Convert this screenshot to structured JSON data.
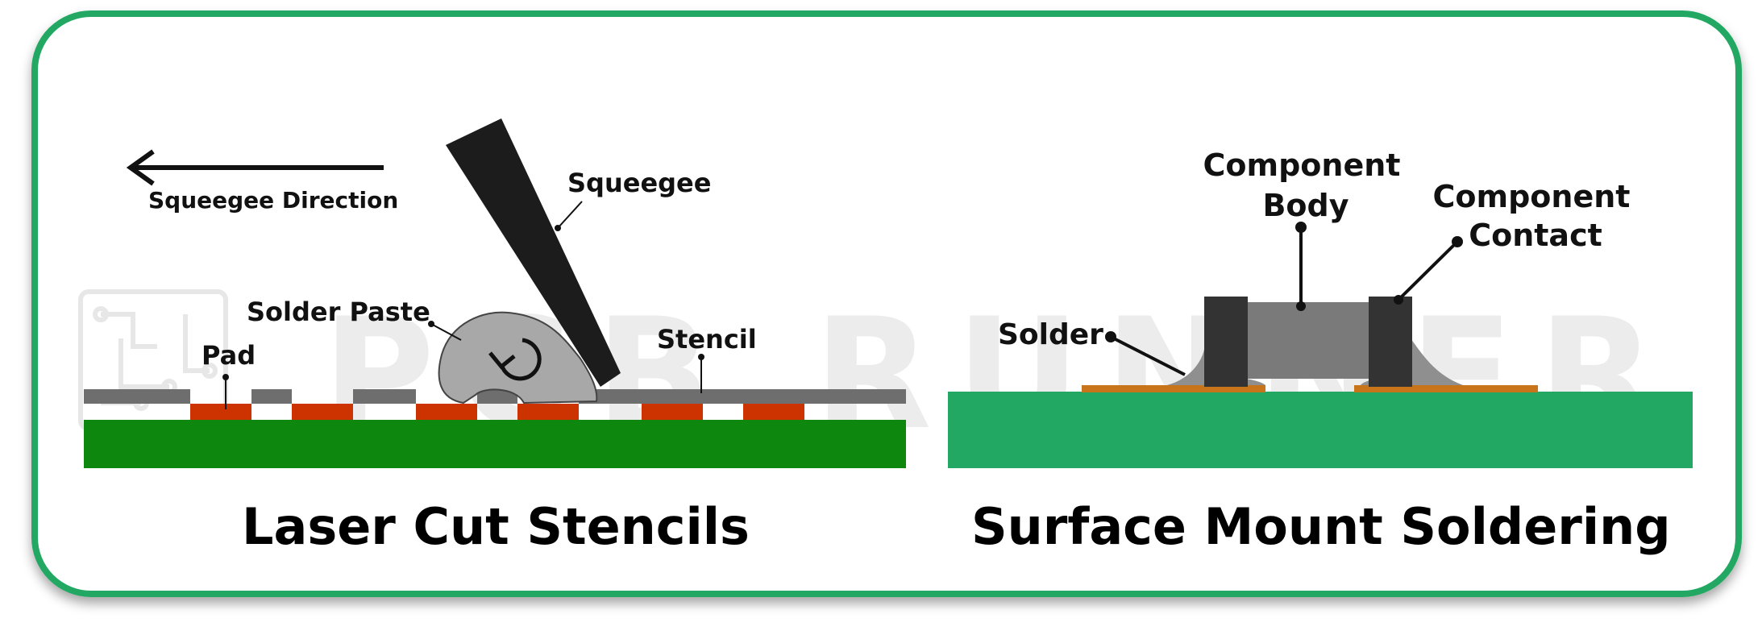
{
  "panel_left": {
    "direction_label": "Squeegee Direction",
    "squeegee_label": "Squeegee",
    "solder_paste_label": "Solder Paste",
    "pad_label": "Pad",
    "stencil_label": "Stencil",
    "title": "Laser Cut Stencils"
  },
  "panel_right": {
    "component_body_label_1": "Component",
    "component_body_label_2": "Body",
    "component_contact_label_1": "Component",
    "component_contact_label_2": "Contact",
    "solder_label": "Solder",
    "title": "Surface Mount Soldering"
  },
  "watermark": {
    "text": "PCB RUNNER"
  },
  "colors": {
    "frame_border": "#22a862",
    "left_board": "#0d870d",
    "right_board": "#22a862",
    "pad": "#cc3300",
    "stencil": "#6e6e6e",
    "squeegee": "#1c1c1c",
    "paste": "#a8a8a8",
    "component_body": "#7a7a7a",
    "component_contact": "#333333",
    "contact_strip": "#c8741a",
    "solder": "#8f8f8f"
  }
}
